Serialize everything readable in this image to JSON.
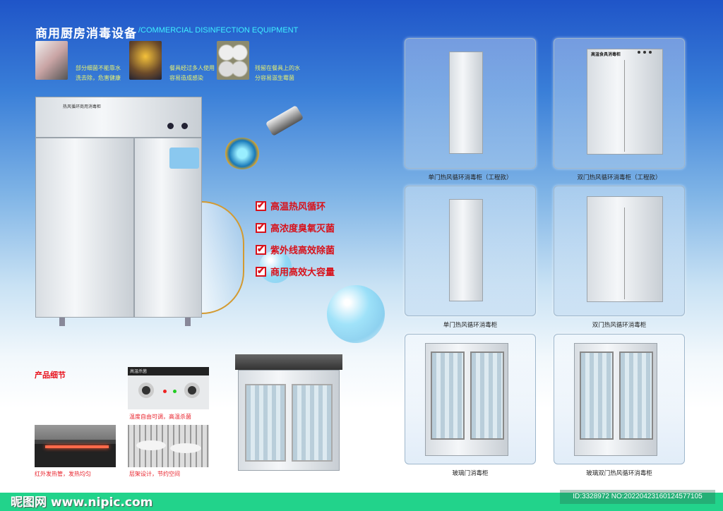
{
  "header": {
    "title": "商用厨房消毒设备",
    "subtitle": "/COMMERCIAL DISINFECTION EQUIPMENT"
  },
  "problems": [
    {
      "icon": "hand-washing-photo",
      "line1": "部分细菌不能靠水",
      "line2": "洗去除，危害健康"
    },
    {
      "icon": "toast-drinks-photo",
      "line1": "餐具经过多人使用",
      "line2": "容易造成感染"
    },
    {
      "icon": "dirty-plates-photo",
      "line1": "残留在餐具上的水",
      "line2": "分容易滋生霉菌"
    }
  ],
  "hero": {
    "panel_label": "热风循环商用消毒柜"
  },
  "features": [
    "高温热风循环",
    "高浓度臭氧灭菌",
    "紫外线高效除菌",
    "商用高效大容量"
  ],
  "details": {
    "heading": "产品细节",
    "panel_label": "高温杀菌",
    "items": [
      "温度自由可调，高温杀菌",
      "红外发热管，发热均匀",
      "层架设计，节约空间"
    ]
  },
  "products": [
    {
      "name": "单门热风循环消毒柜（工程款）",
      "type": "single"
    },
    {
      "name": "双门热风循环消毒柜（工程款）",
      "type": "double",
      "label": "高温食具消毒柜"
    },
    {
      "name": "单门热风循环消毒柜",
      "type": "single"
    },
    {
      "name": "双门热风循环消毒柜",
      "type": "double"
    },
    {
      "name": "玻璃门消毒柜",
      "type": "glass"
    },
    {
      "name": "玻璃双门热风循环消毒柜",
      "type": "glass"
    }
  ],
  "footer": {
    "logo": "昵图网 www.nipic.com",
    "id_text": "ID:3328972 NO:20220423160124577105"
  },
  "colors": {
    "accent_red": "#d8121b",
    "footer_green": "#22d38b",
    "subtitle_cyan": "#3ff0ff"
  }
}
